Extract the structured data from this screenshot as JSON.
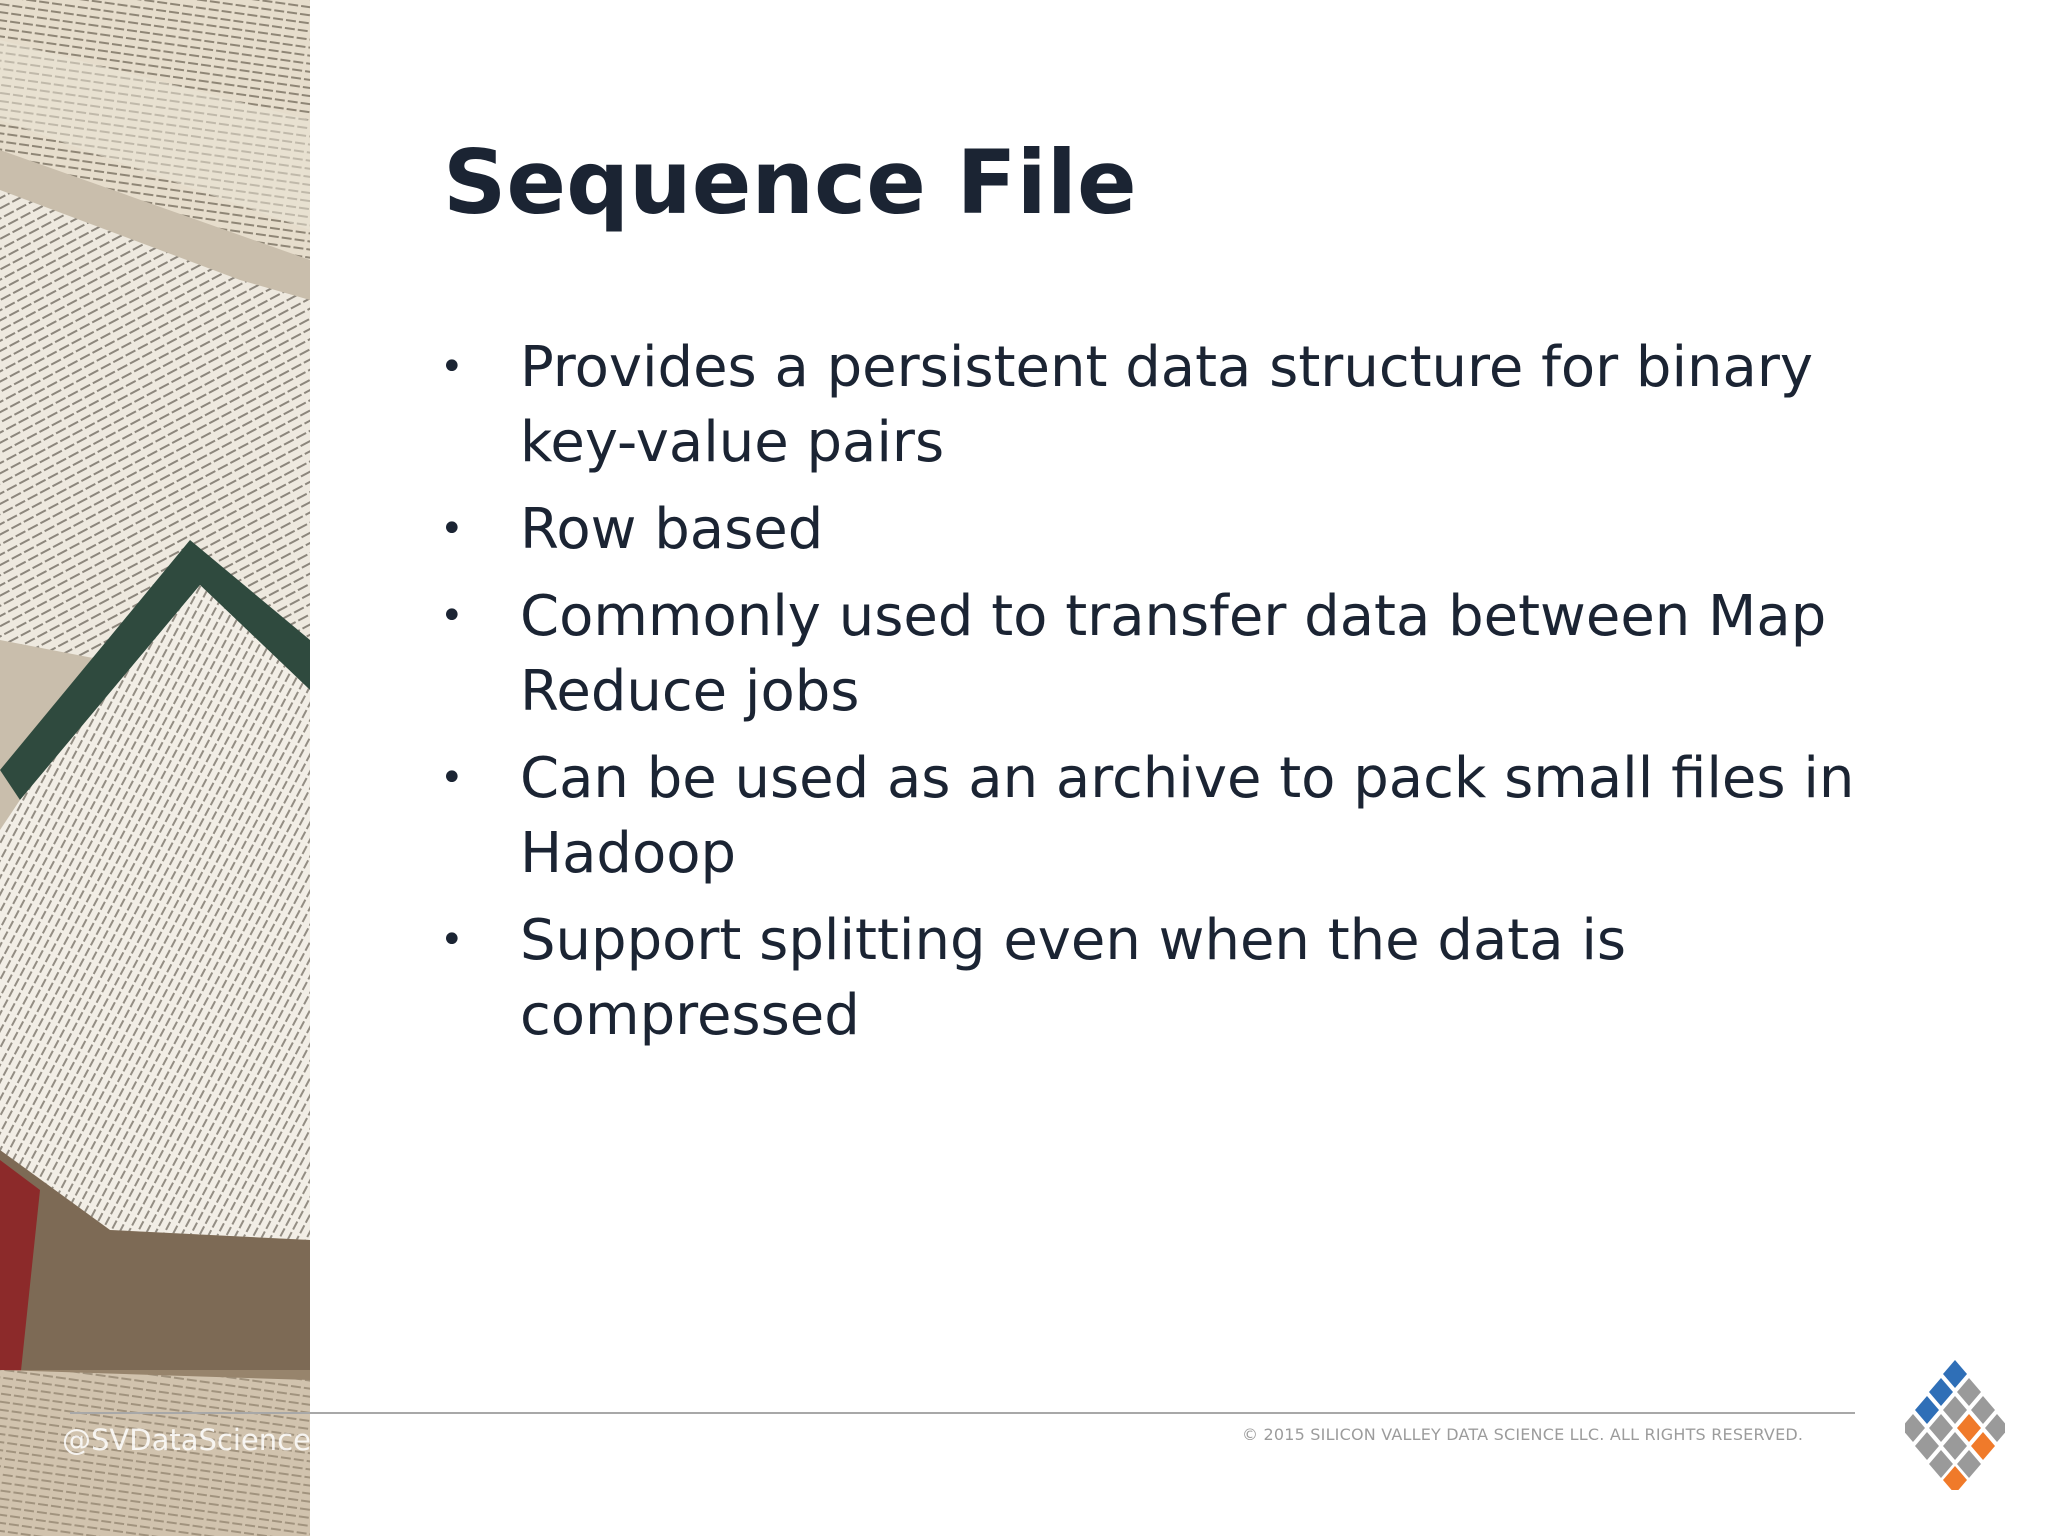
{
  "slide": {
    "title": "Sequence File",
    "bullets": [
      {
        "marker": "•",
        "text": "Provides a persistent data structure for binary key-value pairs"
      },
      {
        "marker": "•",
        "text": "Row based"
      },
      {
        "marker": "•",
        "text": "Commonly used to transfer data between Map Reduce jobs"
      },
      {
        "marker": "•",
        "text": "Can be used as an archive to pack small files in Hadoop"
      },
      {
        "marker": "•",
        "text": "Support splitting even when the data is compressed"
      }
    ]
  },
  "footer": {
    "handle": "@SVDataScience",
    "copyright": "© 2015 SILICON VALLEY DATA SCIENCE LLC. ALL RIGHTS RESERVED."
  },
  "colors": {
    "title": "#1b2433",
    "logo_blue": "#2f6fb7",
    "logo_gray": "#9a9a9a",
    "logo_orange": "#f07a2a"
  }
}
